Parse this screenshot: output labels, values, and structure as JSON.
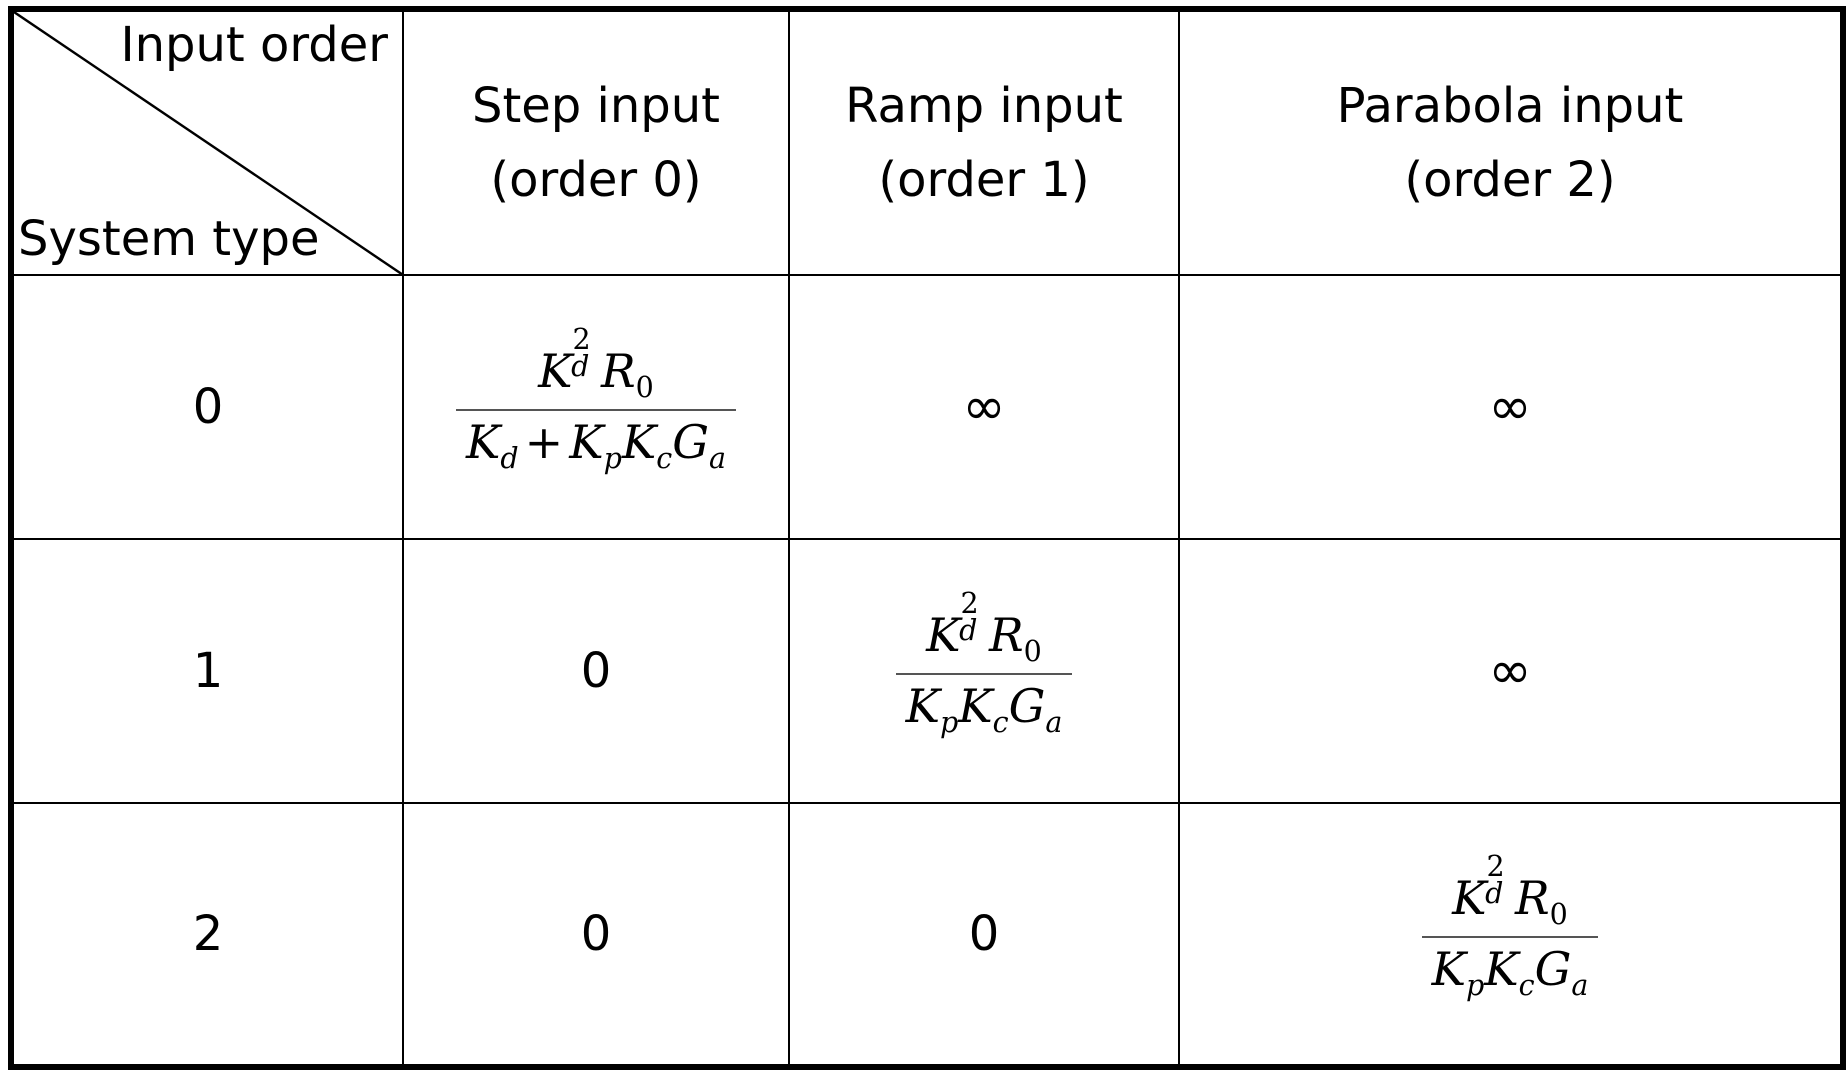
{
  "table": {
    "corner": {
      "top_label": "Input order",
      "bottom_label": "System type"
    },
    "columns": [
      {
        "line1": "Step input",
        "line2": "(order 0)"
      },
      {
        "line1": "Ramp input",
        "line2": "(order 1)"
      },
      {
        "line1": "Parabola input",
        "line2": "(order 2)"
      }
    ],
    "rows": [
      {
        "system_type": "0",
        "step": {
          "kind": "fraction",
          "numerator": "K",
          "num_sup": "2",
          "num_sub": "d",
          "num_tail": "R",
          "num_tail_sub": "0",
          "denominator": "K_d + K_p K_c G_a"
        },
        "ramp": {
          "kind": "text",
          "value": "∞"
        },
        "parabola": {
          "kind": "text",
          "value": "∞"
        }
      },
      {
        "system_type": "1",
        "step": {
          "kind": "text",
          "value": "0"
        },
        "ramp": {
          "kind": "fraction",
          "numerator": "K",
          "num_sup": "2",
          "num_sub": "d",
          "num_tail": "R",
          "num_tail_sub": "0",
          "denominator": "K_p K_c G_a"
        },
        "parabola": {
          "kind": "text",
          "value": "∞"
        }
      },
      {
        "system_type": "2",
        "step": {
          "kind": "text",
          "value": "0"
        },
        "ramp": {
          "kind": "text",
          "value": "0"
        },
        "parabola": {
          "kind": "fraction",
          "numerator": "K",
          "num_sup": "2",
          "num_sub": "d",
          "num_tail": "R",
          "num_tail_sub": "0",
          "denominator": "K_p K_c G_a"
        }
      }
    ],
    "math_symbols": {
      "K": "K",
      "R": "R",
      "G": "G",
      "sup_2": "2",
      "sub_d": "d",
      "sub_p": "p",
      "sub_c": "c",
      "sub_a": "a",
      "sub_0": "0",
      "plus": "+",
      "infinity": "∞",
      "zero": "0"
    },
    "colors": {
      "border": "#000000",
      "text": "#000000",
      "background": "#ffffff",
      "fraction_rule": "#555555"
    }
  }
}
